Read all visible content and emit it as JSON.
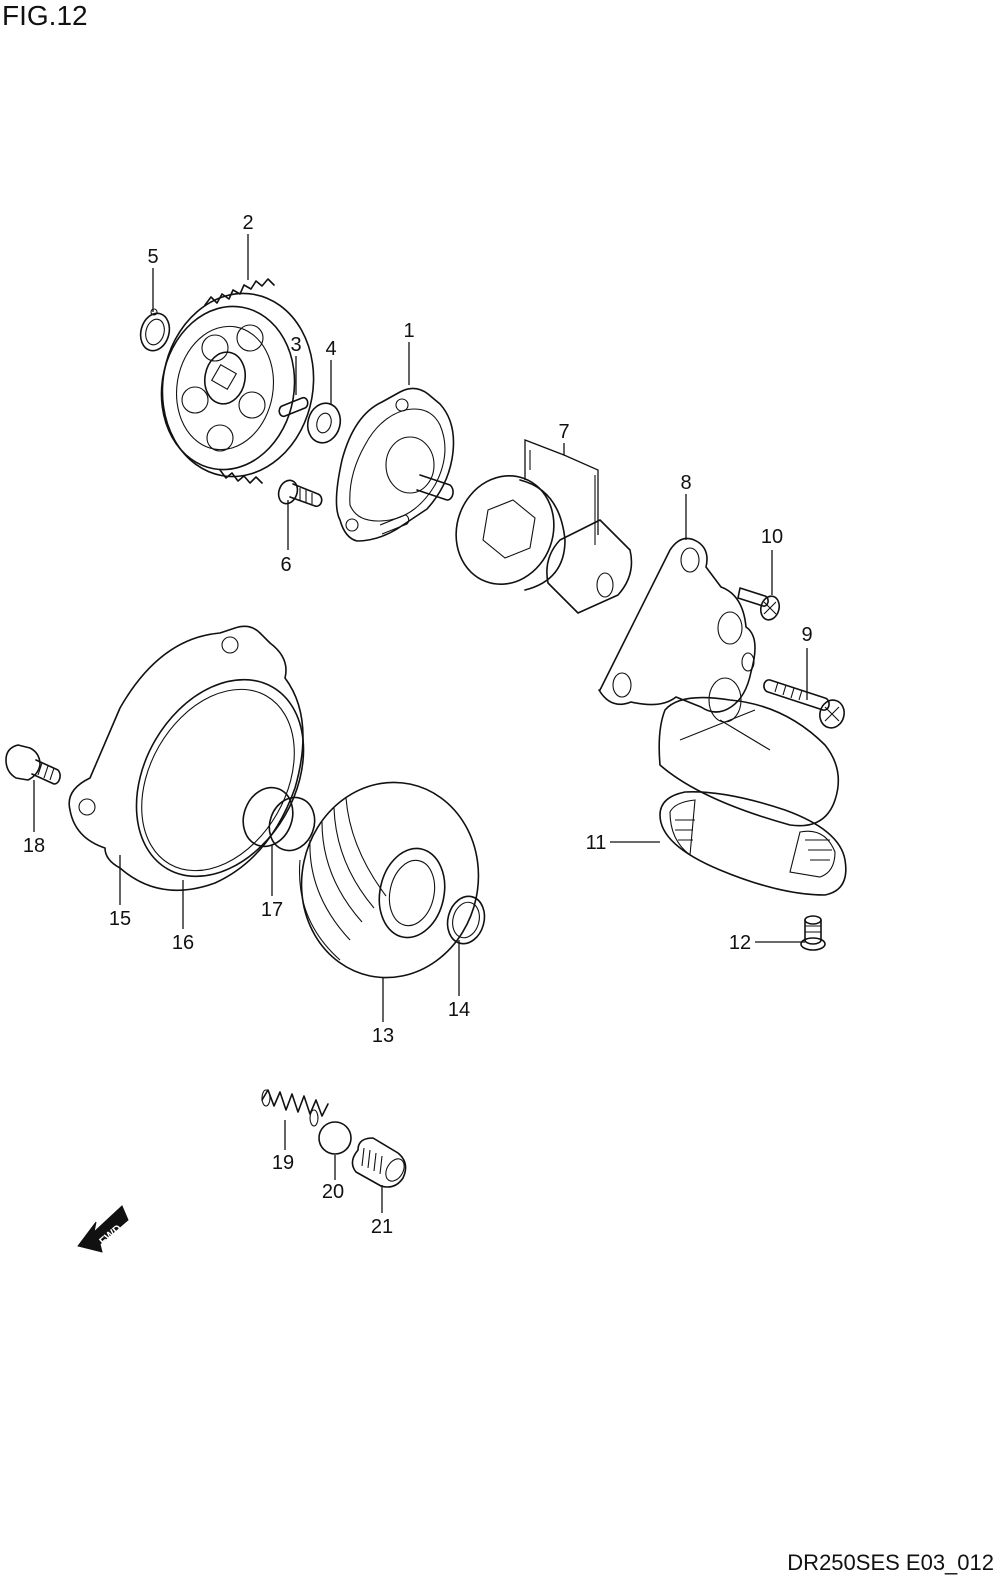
{
  "figure": {
    "title": "FIG.12",
    "code": "DR250SES E03_012"
  },
  "callouts": [
    {
      "id": "1",
      "label": "1"
    },
    {
      "id": "2",
      "label": "2"
    },
    {
      "id": "3",
      "label": "3"
    },
    {
      "id": "4",
      "label": "4"
    },
    {
      "id": "5",
      "label": "5"
    },
    {
      "id": "6",
      "label": "6"
    },
    {
      "id": "7",
      "label": "7"
    },
    {
      "id": "8",
      "label": "8"
    },
    {
      "id": "9",
      "label": "9"
    },
    {
      "id": "10",
      "label": "10"
    },
    {
      "id": "11",
      "label": "11"
    },
    {
      "id": "12",
      "label": "12"
    },
    {
      "id": "13",
      "label": "13"
    },
    {
      "id": "14",
      "label": "14"
    },
    {
      "id": "15",
      "label": "15"
    },
    {
      "id": "16",
      "label": "16"
    },
    {
      "id": "17",
      "label": "17"
    },
    {
      "id": "18",
      "label": "18"
    },
    {
      "id": "19",
      "label": "19"
    },
    {
      "id": "20",
      "label": "20"
    },
    {
      "id": "21",
      "label": "21"
    }
  ],
  "direction_arrow": {
    "label": "FWD"
  }
}
